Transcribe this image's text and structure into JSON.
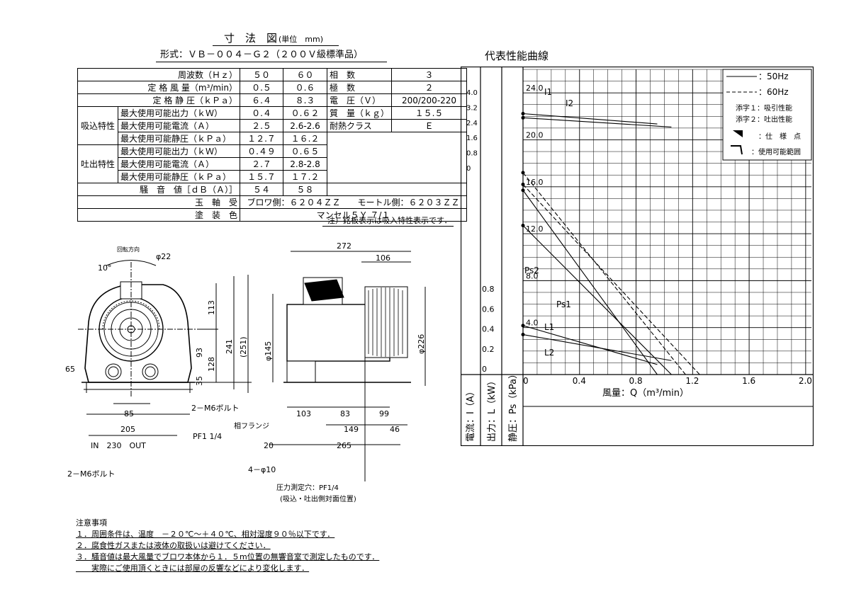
{
  "header": {
    "title": "寸　法　図",
    "unit": "(単位　mm)",
    "model": "形式：ＶＢ－００４－Ｇ２（２００Ｖ級標準品）"
  },
  "spec": {
    "rows": [
      [
        "周波数（Ｈｚ）",
        "５０",
        "６０",
        "相　数",
        "３"
      ],
      [
        "定 格 風 量（m³/min）",
        "０.５",
        "０.６",
        "極　数",
        "２"
      ],
      [
        "定 格 静 圧（ｋＰａ）",
        "６.４",
        "８.３",
        "電　圧（Ｖ）",
        "200/200-220"
      ],
      [
        "最大使用可能出力（ｋＷ）",
        "０.４",
        "０.６２",
        "質　量（ｋｇ）",
        "１５.５"
      ],
      [
        "最大使用可能電流（Ａ）",
        "２.５",
        "2.6-2.6",
        "耐熱クラス",
        "Ｅ"
      ],
      [
        "最大使用可能静圧（ｋＰａ）",
        "１２.７",
        "１６.２",
        "",
        ""
      ],
      [
        "最大使用可能出力（ｋＷ）",
        "０.４９",
        "０.６５",
        "",
        ""
      ],
      [
        "最大使用可能電流（Ａ）",
        "２.７",
        "2.8-2.8",
        "",
        ""
      ],
      [
        "最大使用可能静圧（ｋＰａ）",
        "１５.７",
        "１７.２",
        "",
        ""
      ]
    ],
    "group_suction": "吸込特性",
    "group_discharge": "吐出特性",
    "noise_label": "騒　音　値［ｄＢ（Ａ）］",
    "noise_50": "５４",
    "noise_60": "５８",
    "bearing_label": "玉　軸　受",
    "bearing_value": "ブロワ側：６２０４ＺＺ　　モートル側：６２０３ＺＺ",
    "paint_label": "塗　装　色",
    "paint_value": "マンセル５Ｙ ７/１",
    "note": "注）銘板表示は吸入特性表示です．"
  },
  "drawing": {
    "rotation": "回転方向",
    "d10deg": "10°",
    "d_phi22": "φ22",
    "d113": "113",
    "d241": "241",
    "d251": "(251)",
    "d93": "93",
    "d128": "128",
    "d35": "35",
    "d65": "65",
    "d85": "85",
    "d205": "205",
    "in_out": "IN　230　OUT",
    "m6_1": "2－M6ボルト",
    "m6_2": "2－M6ボルト",
    "pf": "PF1 1/4",
    "d272": "272",
    "d106": "106",
    "d145": "φ145",
    "d226": "φ226",
    "d103": "103",
    "d83": "83",
    "d99": "99",
    "d149": "149",
    "d46": "46",
    "d20": "20",
    "d265": "265",
    "flange": "相フランジ",
    "phi10": "4－φ10",
    "pressure_hole": "圧力測定穴：PF1/4",
    "pressure_pos": "(吸込・吐出側対面位置)"
  },
  "notes": {
    "title": "注意事項",
    "items": [
      "１．周囲条件は、温度　－２０℃～＋４０℃、相対湿度９０％以下です．",
      "２．腐食性ガスまたは液体の取扱いは避けてください．",
      "３．騒音値は最大風量でブロワ本体から１．５m位置の無響音室で測定したものです．",
      "　　実際にご使用頂くときには部屋の反響などにより変化します．"
    ]
  },
  "chart_data": {
    "type": "line",
    "title": "代表性能曲線",
    "xlabel": "風量：Q（m³/min）",
    "x_ticks": [
      "0",
      "0.4",
      "0.8",
      "1.2",
      "1.6",
      "2.0"
    ],
    "xlim": [
      0,
      2.0
    ],
    "y_static": {
      "label": "静圧：Ps（kPa）",
      "ticks": [
        "4.0",
        "8.0",
        "12.0",
        "16.0",
        "20.0",
        "24.0"
      ],
      "ylim": [
        0,
        26
      ]
    },
    "y_power": {
      "label": "出力：L（kW）",
      "ticks": [
        "0",
        "0.2",
        "0.4",
        "0.6",
        "0.8"
      ]
    },
    "y_current": {
      "label": "電流：I（A）",
      "ticks": [
        "4.0",
        "3.2",
        "2.4",
        "1.6",
        "0.8",
        "0"
      ]
    },
    "legend": {
      "solid": "：50Hz",
      "dashed": "：60Hz",
      "sub1": "添字１：吸引性能",
      "sub2": "添字２：吐出性能",
      "spec_point": "：仕　様　点",
      "range": "：使用可能範囲"
    },
    "series": [
      {
        "name": "Ps1",
        "freq": "50Hz",
        "x": [
          0,
          1.05
        ],
        "y": [
          12.7,
          0
        ]
      },
      {
        "name": "Ps2",
        "freq": "50Hz",
        "x": [
          0,
          0.95
        ],
        "y": [
          15.7,
          0
        ]
      },
      {
        "name": "Ps1",
        "freq": "60Hz",
        "x": [
          0,
          1.25
        ],
        "y": [
          16.2,
          0
        ]
      },
      {
        "name": "Ps2",
        "freq": "60Hz",
        "x": [
          0,
          1.15
        ],
        "y": [
          17.2,
          0
        ]
      },
      {
        "name": "L1",
        "freq": "50Hz",
        "x": [
          0,
          1.05
        ],
        "y": [
          0.4,
          0.14
        ]
      },
      {
        "name": "L2",
        "freq": "50Hz",
        "x": [
          0,
          0.95
        ],
        "y": [
          0.49,
          0.1
        ]
      },
      {
        "name": "I1",
        "freq": "50Hz",
        "x": [
          0,
          1.05
        ],
        "y": [
          2.5,
          2.05
        ]
      },
      {
        "name": "I2",
        "freq": "50Hz",
        "x": [
          0,
          0.95
        ],
        "y": [
          2.7,
          2.2
        ]
      }
    ],
    "labels": {
      "I1": "I1",
      "I2": "I2",
      "L1": "L1",
      "L2": "L2",
      "Ps1": "Ps1",
      "Ps2": "Ps2"
    }
  }
}
